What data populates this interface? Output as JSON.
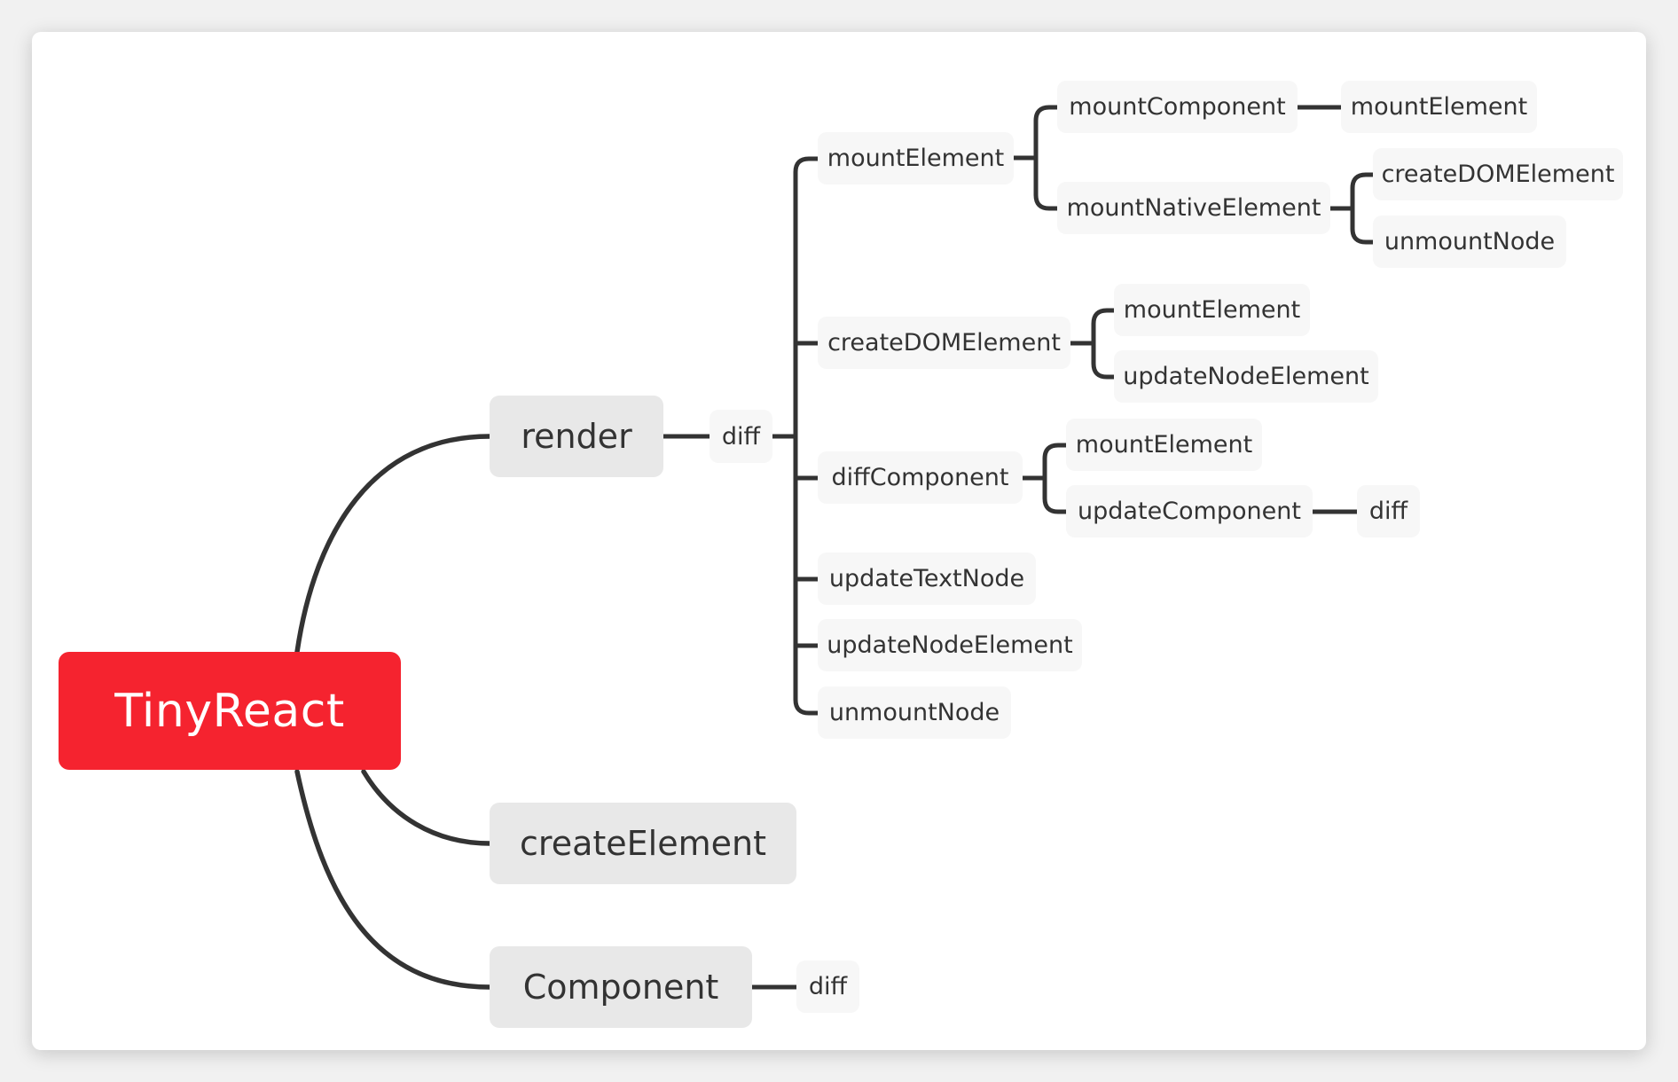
{
  "mindmap": {
    "root": "TinyReact",
    "render": {
      "label": "render",
      "diff": "diff",
      "mountElement": {
        "label": "mountElement",
        "mountComponent": "mountComponent",
        "mountComponent_child": "mountElement",
        "mountNativeElement": "mountNativeElement",
        "mountNativeElement_children": [
          "createDOMElement",
          "unmountNode"
        ]
      },
      "createDOMElement": {
        "label": "createDOMElement",
        "children": [
          "mountElement",
          "updateNodeElement"
        ]
      },
      "diffComponent": {
        "label": "diffComponent",
        "mountElement": "mountElement",
        "updateComponent": "updateComponent",
        "updateComponent_child": "diff"
      },
      "updateTextNode": "updateTextNode",
      "updateNodeElement": "updateNodeElement",
      "unmountNode": "unmountNode"
    },
    "createElement": "createElement",
    "component": {
      "label": "Component",
      "diff": "diff"
    }
  },
  "colors": {
    "root_fill": "#f5232f",
    "root_text": "#ffffff",
    "branch_fill": "#e8e8e8",
    "leaf_fill": "#f7f7f7",
    "connector": "#333333",
    "text": "#333333"
  }
}
